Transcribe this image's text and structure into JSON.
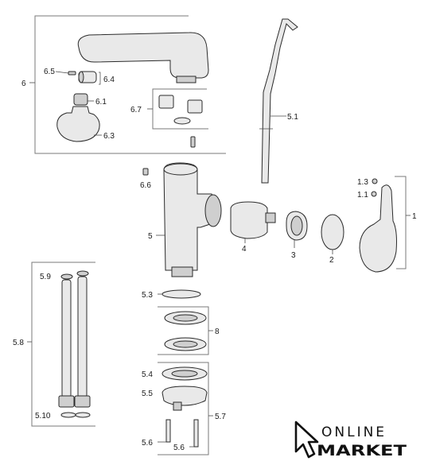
{
  "labels": {
    "p6": "6",
    "p6_5": "6.5",
    "p6_4": "6.4",
    "p6_1": "6.1",
    "p6_3": "6.3",
    "p6_7": "6.7",
    "p5_1": "5.1",
    "p6_6": "6.6",
    "p5": "5",
    "p4": "4",
    "p3": "3",
    "p2": "2",
    "p1_3": "1.3",
    "p1_1": "1.1",
    "p1": "1",
    "p5_9": "5.9",
    "p5_8": "5.8",
    "p5_10": "5.10",
    "p5_3": "5.3",
    "p8": "8",
    "p5_4": "5.4",
    "p5_5": "5.5",
    "p5_7": "5.7",
    "p5_6a": "5.6",
    "p5_6b": "5.6"
  },
  "brand": {
    "line1": "ONLINE",
    "line2": "MARKET",
    "icon": "cursor-arrow-icon"
  }
}
